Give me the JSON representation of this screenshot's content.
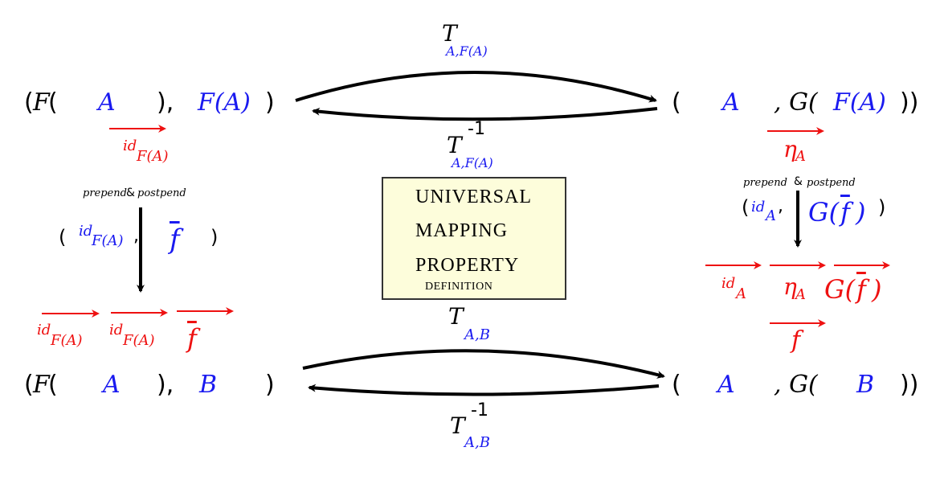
{
  "top_left": {
    "open": "(",
    "F": "F",
    "paren": "(",
    "A": "A",
    "close_comma": "),",
    "FA": "F(A)",
    "close": ")"
  },
  "top_right": {
    "open": "(",
    "A": "A",
    "comma_G": ", G(",
    "FA": "F(A)",
    "close": "))"
  },
  "bottom_left": {
    "open": "(",
    "F": "F",
    "paren": "(",
    "A": "A",
    "close_comma": "),",
    "B": "B",
    "close": ")"
  },
  "bottom_right": {
    "open": "(",
    "A": "A",
    "comma_G": ", G(",
    "B": "B",
    "close": "))"
  },
  "arrows": {
    "top_forward": {
      "T": "T",
      "sub": "A,F(A)"
    },
    "top_inverse": {
      "T": "T",
      "sup": "-1",
      "sub": "A,F(A)"
    },
    "bottom_forward": {
      "T": "T",
      "sub": "A,B"
    },
    "bottom_inverse": {
      "T": "T",
      "sup": "-1",
      "sub": "A,B"
    }
  },
  "left_side": {
    "id_FA_top": {
      "id": "id",
      "sub": "F(A)"
    },
    "prepend": "prepend",
    "amp": "&",
    "postpend": "postpend",
    "tuple_open": "(",
    "tuple_id": "id",
    "tuple_id_sub": "F(A)",
    "tuple_comma": ",",
    "tuple_f": "f",
    "tuple_close": ")",
    "bottom_id1": {
      "id": "id",
      "sub": "F(A)"
    },
    "bottom_id2": {
      "id": "id",
      "sub": "F(A)"
    },
    "bottom_f": "f"
  },
  "right_side": {
    "eta_top": {
      "eta": "η",
      "sub": "A"
    },
    "prepend": "prepend",
    "amp": "&",
    "postpend": "postpend",
    "tuple_open": "(",
    "tuple_id": "id",
    "tuple_id_sub": "A",
    "tuple_comma": ",",
    "tuple_G": "G(",
    "tuple_f": "f",
    "tuple_G_close": ")",
    "tuple_close": ")",
    "bottom_id": {
      "id": "id",
      "sub": "A"
    },
    "bottom_eta": {
      "eta": "η",
      "sub": "A"
    },
    "bottom_G": "G(",
    "bottom_G_f": "f",
    "bottom_G_close": ")",
    "bottom_f": "f"
  },
  "center_box": {
    "line1": "UNIVERSAL",
    "line2": "MAPPING",
    "line3": "PROPERTY",
    "line4": "DEFINITION"
  },
  "colors": {
    "black": "#000000",
    "blue": "#1a1af0",
    "red": "#ee1111",
    "box_fill": "#fdfddb"
  }
}
